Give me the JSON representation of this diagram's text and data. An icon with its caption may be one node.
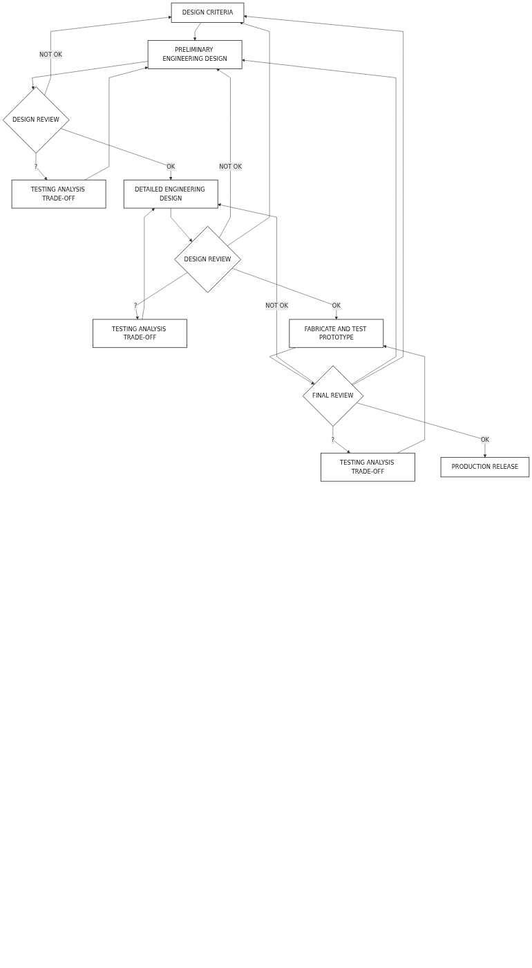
{
  "diagram": {
    "nodes": [
      {
        "text": [
          "DESIGN CRITERIA"
        ]
      },
      {
        "text": [
          "PRELIMINARY ENGINEERING DESIGN"
        ]
      },
      {
        "text": [
          "TESTING ANALYSIS TRADE-OFF"
        ]
      },
      {
        "text": [
          "DESIGN REVIEW"
        ]
      },
      {
        "text": [
          "DETAILED ENGINEERING DESIGN"
        ]
      },
      {
        "text": [
          "TESTING ANALYSIS TRADE-OFF"
        ]
      },
      {
        "text": [
          "DESIGN REVIEW"
        ]
      },
      {
        "text": [
          "FABRICATE AND TEST PROTOTYPE"
        ]
      },
      {
        "text": [
          "TESTING ANALYSIS TRADE-OFF"
        ]
      },
      {
        "text": [
          "FINAL REVIEW"
        ]
      },
      {
        "text": [
          "PRODUCTION RELEASE"
        ]
      }
    ],
    "edges": [
      {
        "from": 0,
        "to": 1,
        "arrow": "to"
      },
      {
        "from": 1,
        "to": 3,
        "arrow": "to"
      },
      {
        "from": 3,
        "to": 2,
        "arrow": "to",
        "label": "?"
      },
      {
        "from": 2,
        "to": 1,
        "arrow": "to"
      },
      {
        "from": 3,
        "to": 4,
        "arrow": "to",
        "label": "OK"
      },
      {
        "from": 3,
        "to": 0,
        "arrow": "to",
        "label": "NOT OK"
      },
      {
        "from": 4,
        "to": 6,
        "arrow": "to"
      },
      {
        "from": 6,
        "to": 5,
        "arrow": "to",
        "label": "?"
      },
      {
        "from": 5,
        "to": 4,
        "arrow": "to"
      },
      {
        "from": 6,
        "to": 7,
        "arrow": "to",
        "label": "OK"
      },
      {
        "from": 6,
        "to": 1,
        "arrow": "to",
        "label": "NOT OK"
      },
      {
        "from": 6,
        "to": 0,
        "arrow": "to"
      },
      {
        "from": 7,
        "to": 9,
        "arrow": "to"
      },
      {
        "from": 9,
        "to": 8,
        "arrow": "to",
        "label": "?"
      },
      {
        "from": 8,
        "to": 7,
        "arrow": "to"
      },
      {
        "from": 9,
        "to": 10,
        "arrow": "to",
        "label": "OK"
      },
      {
        "from": 9,
        "to": 4,
        "arrow": "to",
        "label": "NOT OK"
      },
      {
        "from": 9,
        "to": 1,
        "arrow": "to"
      },
      {
        "from": 9,
        "to": 0,
        "arrow": "to"
      }
    ]
  }
}
